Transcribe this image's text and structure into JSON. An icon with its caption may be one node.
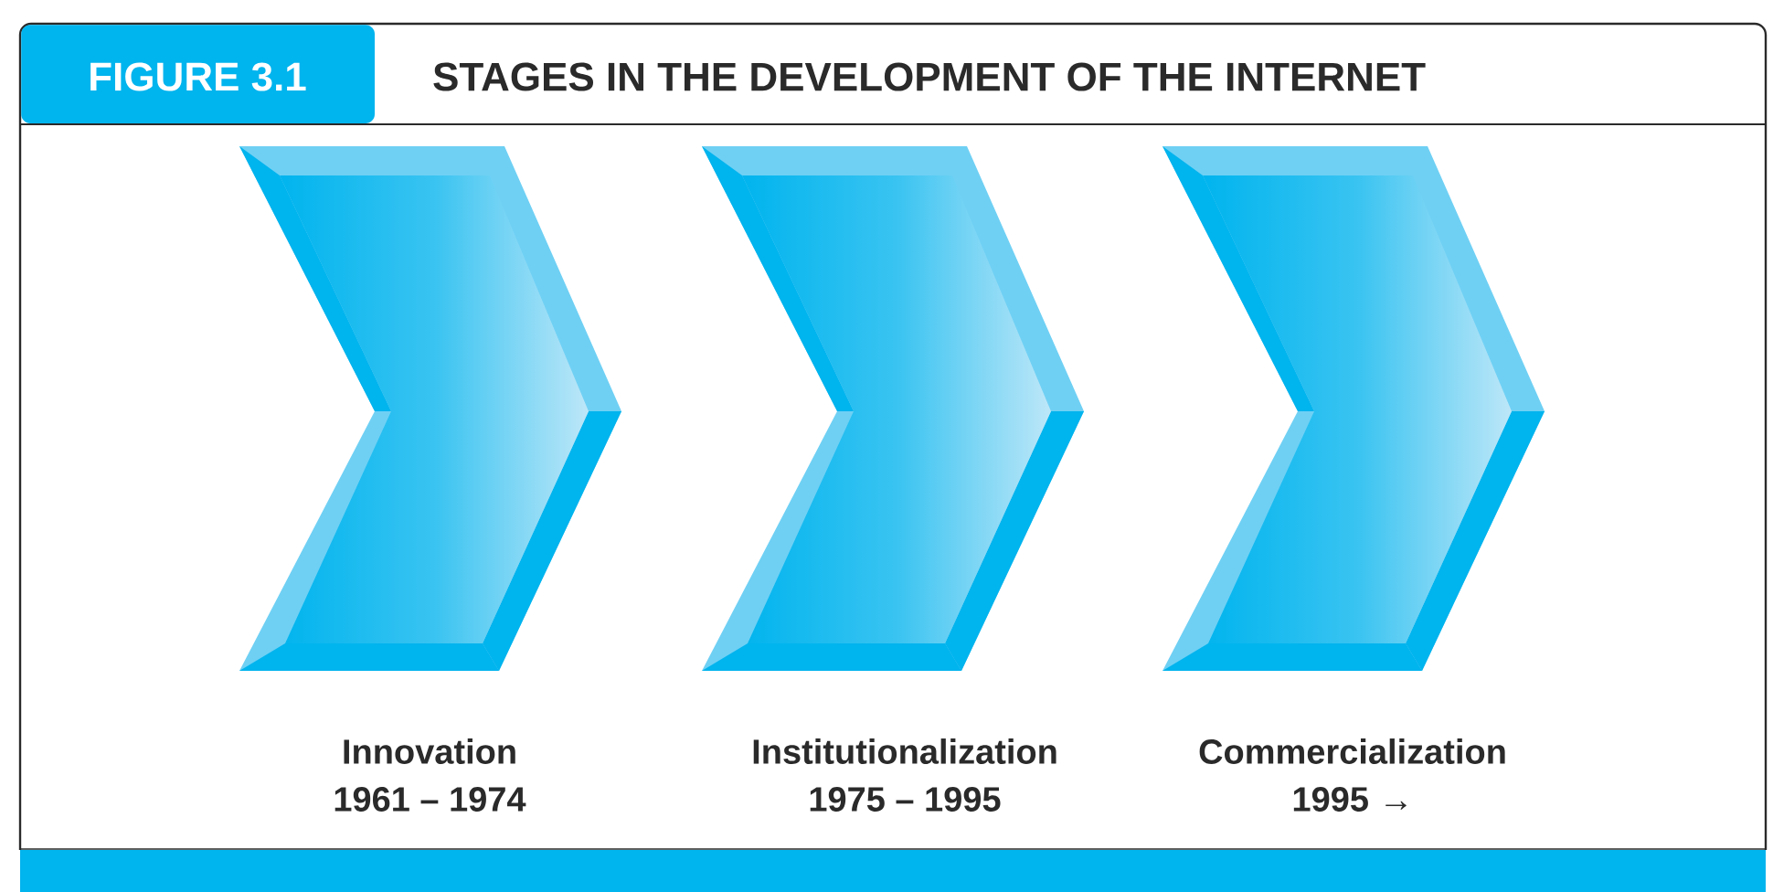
{
  "diagram": {
    "title": "STAGES IN THE DEVELOPMENT OF THE INTERNET",
    "nodes": [
      {
        "text": [
          "Innovation",
          "1961 – 1974"
        ]
      },
      {
        "text": [
          "Institutionalization",
          "1975 – 1995"
        ]
      },
      {
        "text": [
          "Commercialization",
          "1995 →"
        ]
      }
    ],
    "labels": [
      "FIGURE 3.1"
    ]
  }
}
